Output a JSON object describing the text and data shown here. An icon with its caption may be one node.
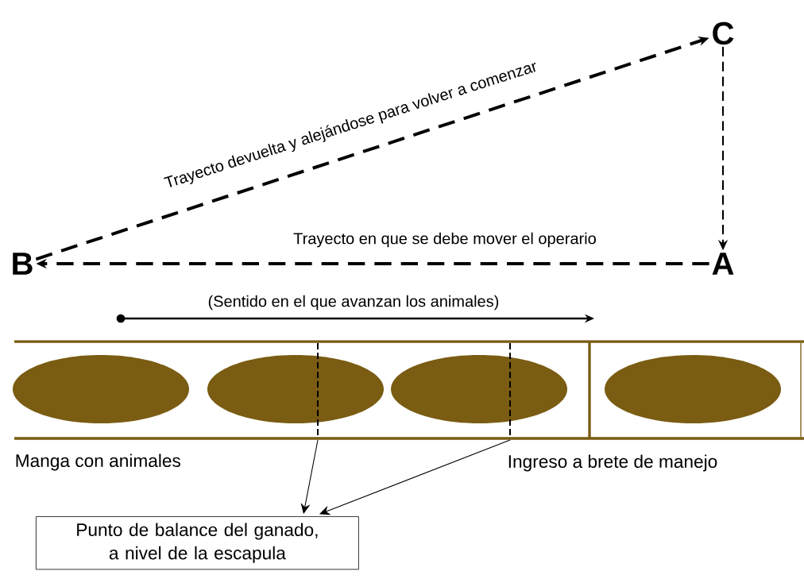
{
  "diagram": {
    "nodes": [
      {
        "text": [
          "C"
        ]
      },
      {
        "text": [
          "A"
        ]
      },
      {
        "text": [
          "B"
        ]
      },
      {
        "text": [],
        "shape": "ellipse"
      },
      {
        "text": [],
        "shape": "ellipse"
      },
      {
        "text": [],
        "shape": "ellipse"
      },
      {
        "text": [],
        "shape": "ellipse"
      },
      {
        "text": [
          "Punto de balance del ganado, a nivel de la escapula"
        ]
      }
    ],
    "edges": [
      {
        "from": 0,
        "to": 1,
        "arrow": "to",
        "style": "dashed"
      },
      {
        "from": 1,
        "to": 2,
        "arrow": "to",
        "style": "dashed",
        "label": "Trayecto en que se debe mover el operario"
      },
      {
        "from": 2,
        "to": 0,
        "arrow": "to",
        "style": "dashed",
        "label": "Trayecto devuelta y alejándose para volver a comenzar"
      },
      {
        "from": null,
        "to": 7,
        "arrow": "to"
      },
      {
        "from": null,
        "to": 7,
        "arrow": "to"
      }
    ],
    "labels": [
      "(Sentido en el que avanzan los animales)",
      "Manga con animales",
      "Ingreso a brete de manejo"
    ]
  }
}
